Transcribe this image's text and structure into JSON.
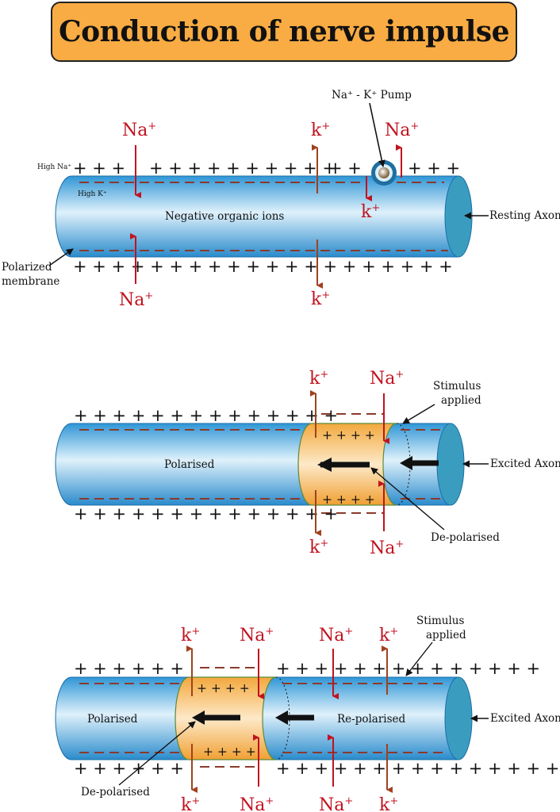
{
  "title": "Conduction of nerve impulse",
  "ions": {
    "na": "Na",
    "k": "k",
    "sup": "+"
  },
  "panel1": {
    "pump_label": "Na⁺ - K⁺ Pump",
    "high_na": "High Na⁺",
    "high_k": "High K⁺",
    "center_text": "Negative organic ions",
    "right_label": "Resting Axon",
    "left_label_line1": "Polarized",
    "left_label_line2": "membrane",
    "top_plus_a": "+ + +",
    "top_plus_b": "+ + + + + + + + + +",
    "top_plus_c": "+ +",
    "top_plus_d": "+ + +",
    "bottom_plus": "+ + +   + + + + + + + + + + + + + + + + +"
  },
  "panel2": {
    "center_text": "Polarised",
    "right_label": "Excited Axon",
    "stimulus_line1": "Stimulus",
    "stimulus_line2": "applied",
    "depol_label": "De-polarised",
    "top_plus": "+ + + + + + + + + + + + + +",
    "bottom_plus": "+ + + + + + + + + + + + + +",
    "inner_plus_top": "+ + + +",
    "inner_plus_bottom": "+ + + +"
  },
  "panel3": {
    "left_text": "Polarised",
    "right_text": "Re-polarised",
    "right_label": "Excited Axon",
    "stimulus_line1": "Stimulus",
    "stimulus_line2": "applied",
    "depol_label": "De-polarised",
    "top_plus_left": "+ + + + + +",
    "top_plus_right": "+ + +   + + +   + + +   + + + + +",
    "bottom_plus_left": "+ + + + + +",
    "bottom_plus_right": "+ + + + + + + + + + + + + + +",
    "inner_plus_top": "+ + + +",
    "inner_plus_bottom": "+ + + +"
  }
}
